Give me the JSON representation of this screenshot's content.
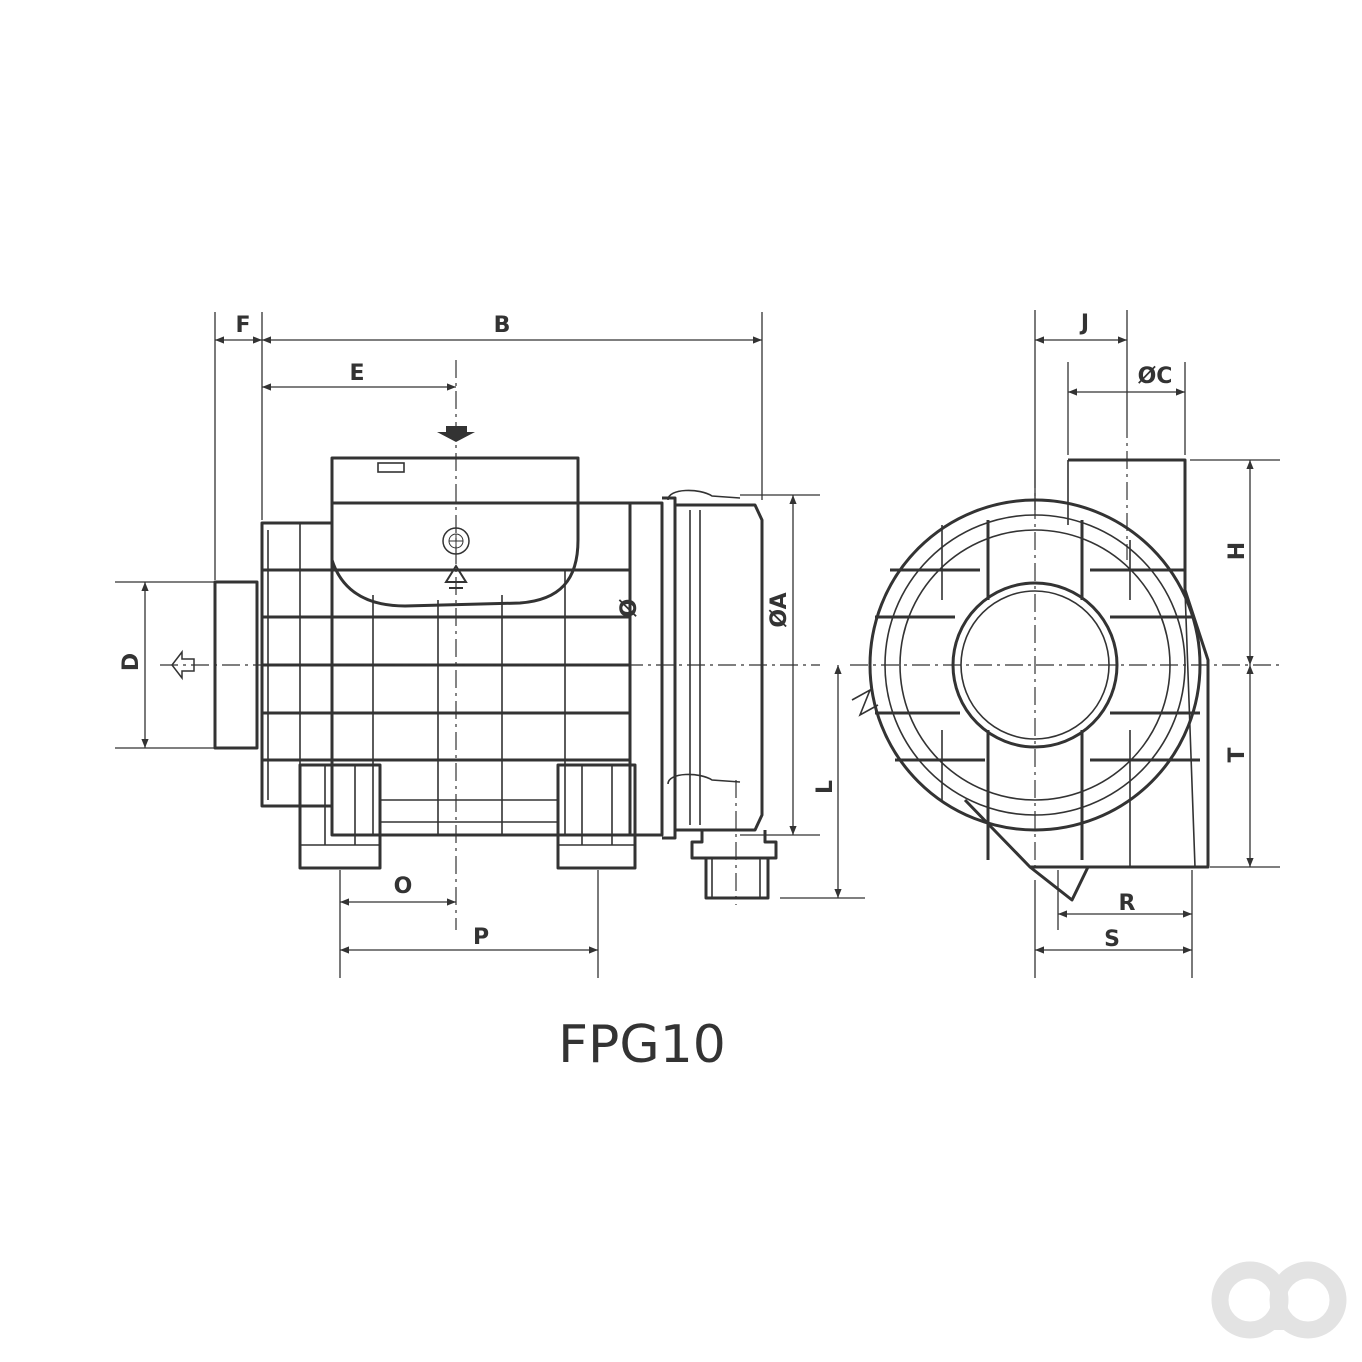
{
  "title": "FPG10",
  "labels": {
    "F": "F",
    "B": "B",
    "E": "E",
    "D": "D",
    "O": "O",
    "P": "P",
    "phi": "Ø",
    "phiA": "ØA",
    "L": "L",
    "J": "J",
    "phiC": "ØC",
    "H": "H",
    "T": "T",
    "R": "R",
    "S": "S"
  },
  "icons": {
    "arrow_down": "arrow-down-icon",
    "outlet_arrow": "arrow-left-icon",
    "recycle": "recycle-icon",
    "date_stamp": "date-stamp-icon",
    "logo": "ao-logo"
  },
  "colors": {
    "line": "#333333",
    "logo": "#e3e3e3"
  }
}
